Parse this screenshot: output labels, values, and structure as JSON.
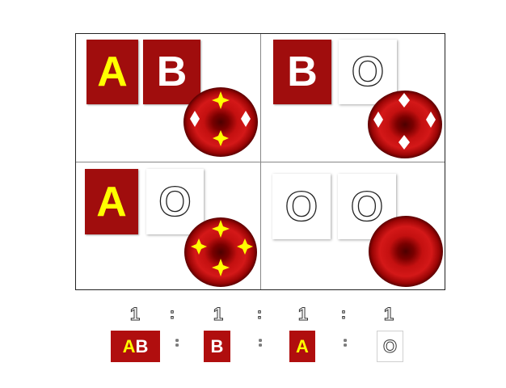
{
  "quadrants": [
    {
      "alleles": [
        "A",
        "B"
      ],
      "cell_marks": "A+B"
    },
    {
      "alleles": [
        "B",
        "O"
      ],
      "cell_marks": "B"
    },
    {
      "alleles": [
        "A",
        "O"
      ],
      "cell_marks": "A"
    },
    {
      "alleles": [
        "O",
        "O"
      ],
      "cell_marks": "none"
    }
  ],
  "ratio": {
    "numbers": [
      "1",
      "1",
      "1",
      "1"
    ],
    "separator": ":",
    "blood_types": [
      "AB",
      "B",
      "A",
      "O"
    ]
  },
  "colors": {
    "tile_red": "#a00d0d",
    "letter_yellow": "#ffff00",
    "letter_white": "#ffffff",
    "antigen_a": "#ffff00",
    "antigen_b": "#ffffff"
  }
}
